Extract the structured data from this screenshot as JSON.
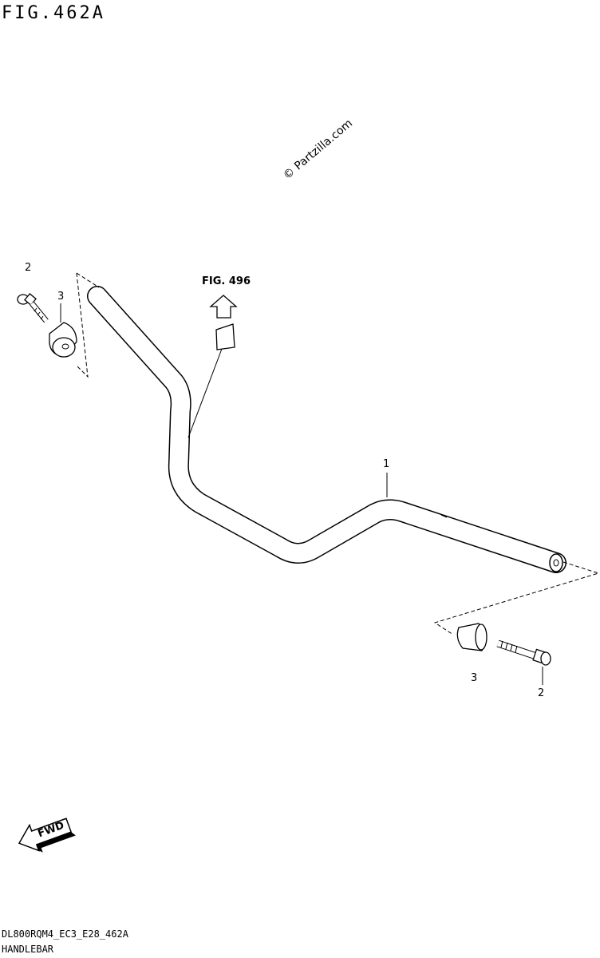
{
  "figure": {
    "title": "FIG.462A",
    "code": "DL800RQM4_EC3_E28_462A",
    "caption": "HANDLEBAR"
  },
  "watermark": "© Partzilla.com",
  "reference": {
    "label": "FIG. 496"
  },
  "callouts": {
    "handlebar": "1",
    "bolt_left": "2",
    "weight_left": "3",
    "bolt_right": "2",
    "weight_right": "3"
  },
  "direction": {
    "label": "FWD"
  }
}
